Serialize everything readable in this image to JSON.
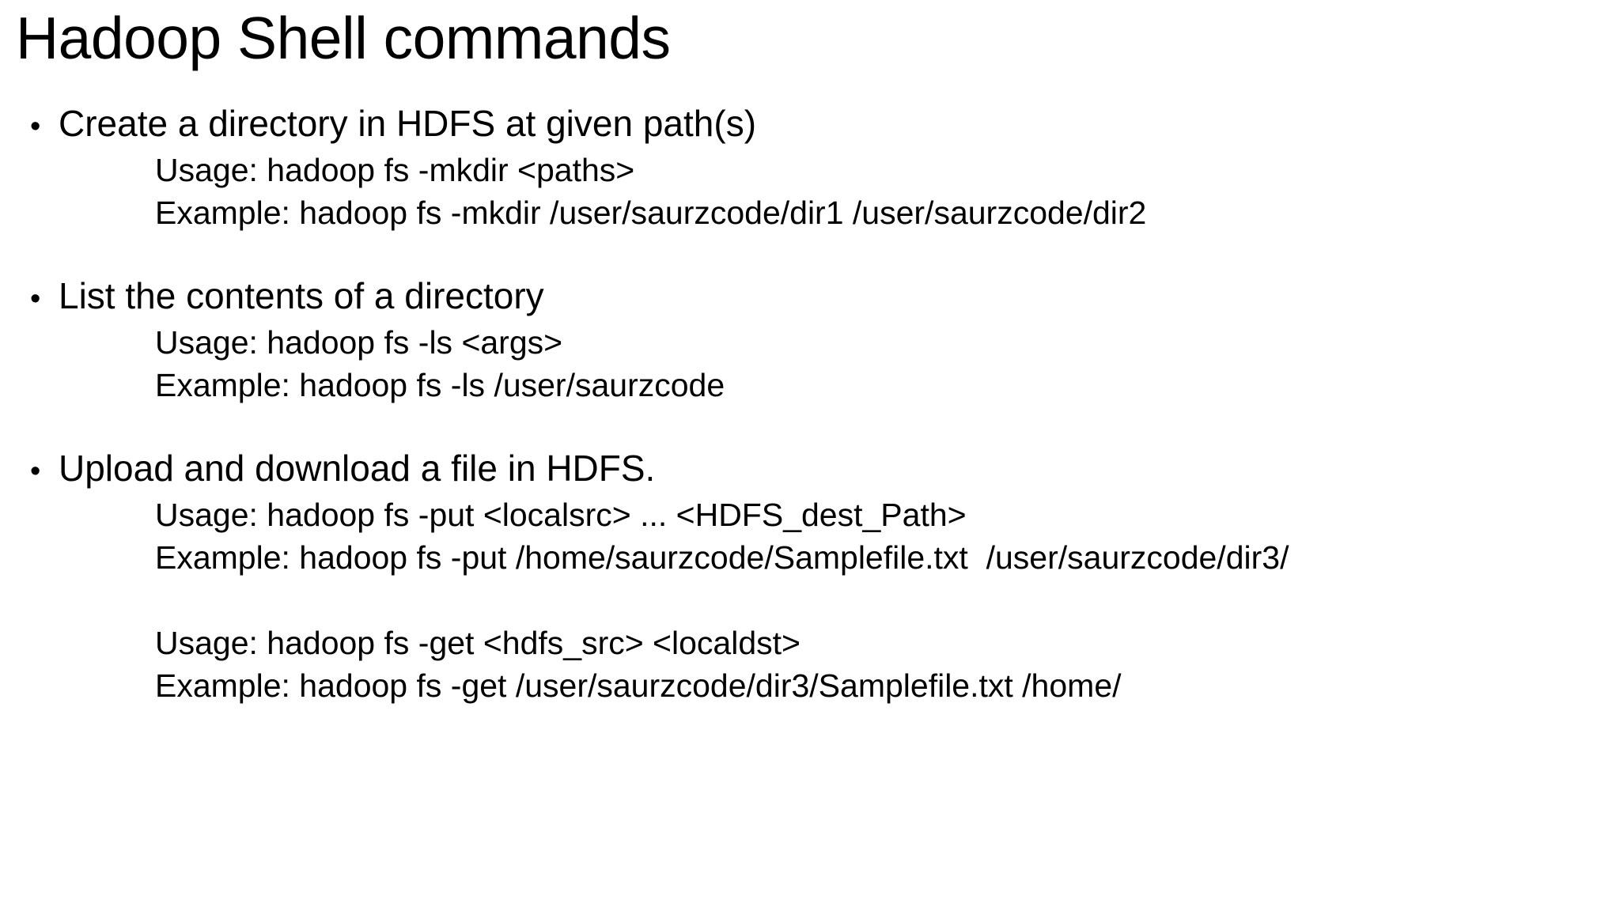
{
  "slide": {
    "title": "Hadoop Shell commands",
    "bullet_marker": "•",
    "blocks": [
      {
        "heading": "Create a directory in HDFS at given path(s)",
        "lines": [
          "Usage: hadoop fs -mkdir <paths>",
          "Example: hadoop fs -mkdir /user/saurzcode/dir1 /user/saurzcode/dir2"
        ]
      },
      {
        "heading": "List the contents of a directory",
        "lines": [
          "Usage: hadoop fs -ls <args>",
          "Example: hadoop fs -ls /user/saurzcode"
        ]
      },
      {
        "heading": "Upload and download a file in HDFS.",
        "lines": [
          "Usage: hadoop fs -put <localsrc> ... <HDFS_dest_Path>",
          "Example: hadoop fs -put /home/saurzcode/Samplefile.txt  /user/saurzcode/dir3/",
          "",
          "Usage: hadoop fs -get <hdfs_src> <localdst>",
          "Example: hadoop fs -get /user/saurzcode/dir3/Samplefile.txt /home/"
        ]
      }
    ]
  },
  "colors": {
    "background": "#ffffff",
    "text": "#000000"
  }
}
